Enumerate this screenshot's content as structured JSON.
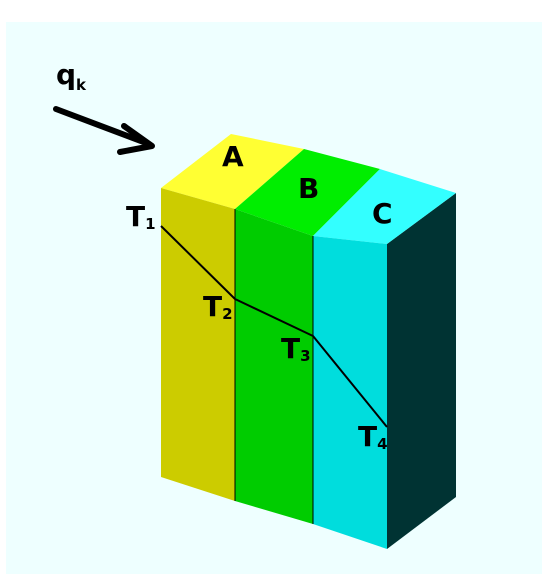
{
  "heat_flow": {
    "symbol": "q",
    "subscript": "k"
  },
  "layers": [
    {
      "label": "A",
      "front_color": "#cccc00",
      "top_color": "#ffff33"
    },
    {
      "label": "B",
      "front_color": "#00cc00",
      "top_color": "#00ee00"
    },
    {
      "label": "C",
      "front_color": "#00dddd",
      "top_color": "#33ffff"
    }
  ],
  "side_color": "#003333",
  "background_color": "#eeffff",
  "temperatures": [
    {
      "symbol": "T",
      "subscript": "1"
    },
    {
      "symbol": "T",
      "subscript": "2"
    },
    {
      "symbol": "T",
      "subscript": "3"
    },
    {
      "symbol": "T",
      "subscript": "4"
    }
  ]
}
